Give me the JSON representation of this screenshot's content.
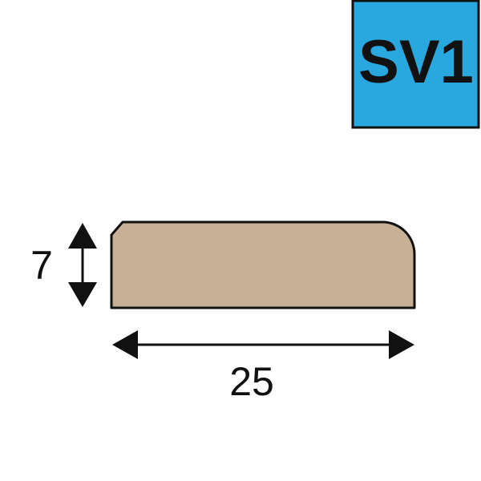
{
  "badge": {
    "label": "SV1",
    "color": "#29a8e0"
  },
  "profile": {
    "fill": "#c8b096"
  },
  "dimensions": {
    "height": "7",
    "width": "25"
  }
}
